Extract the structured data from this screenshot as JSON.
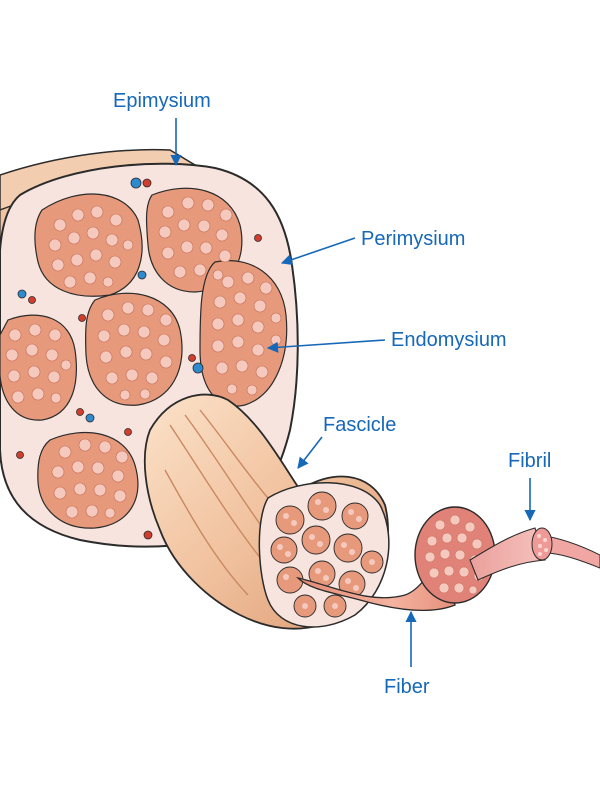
{
  "labels": {
    "epimysium": "Epimysium",
    "perimysium": "Perimysium",
    "endomysium": "Endomysium",
    "fascicle": "Fascicle",
    "fibril": "Fibril",
    "fiber": "Fiber"
  },
  "colors": {
    "label_text": "#1668b8",
    "arrow": "#1668b8",
    "muscle_outer": "#f2c8a6",
    "connective_tissue": "#f7e4de",
    "fascicle_fill": "#e79a7b",
    "fiber_dot": "#f6c9be",
    "vein": "#2f8bd0",
    "artery": "#d23d2d",
    "fiber_strand": "#e9937c",
    "fibril_strand": "#f0a6a2"
  }
}
